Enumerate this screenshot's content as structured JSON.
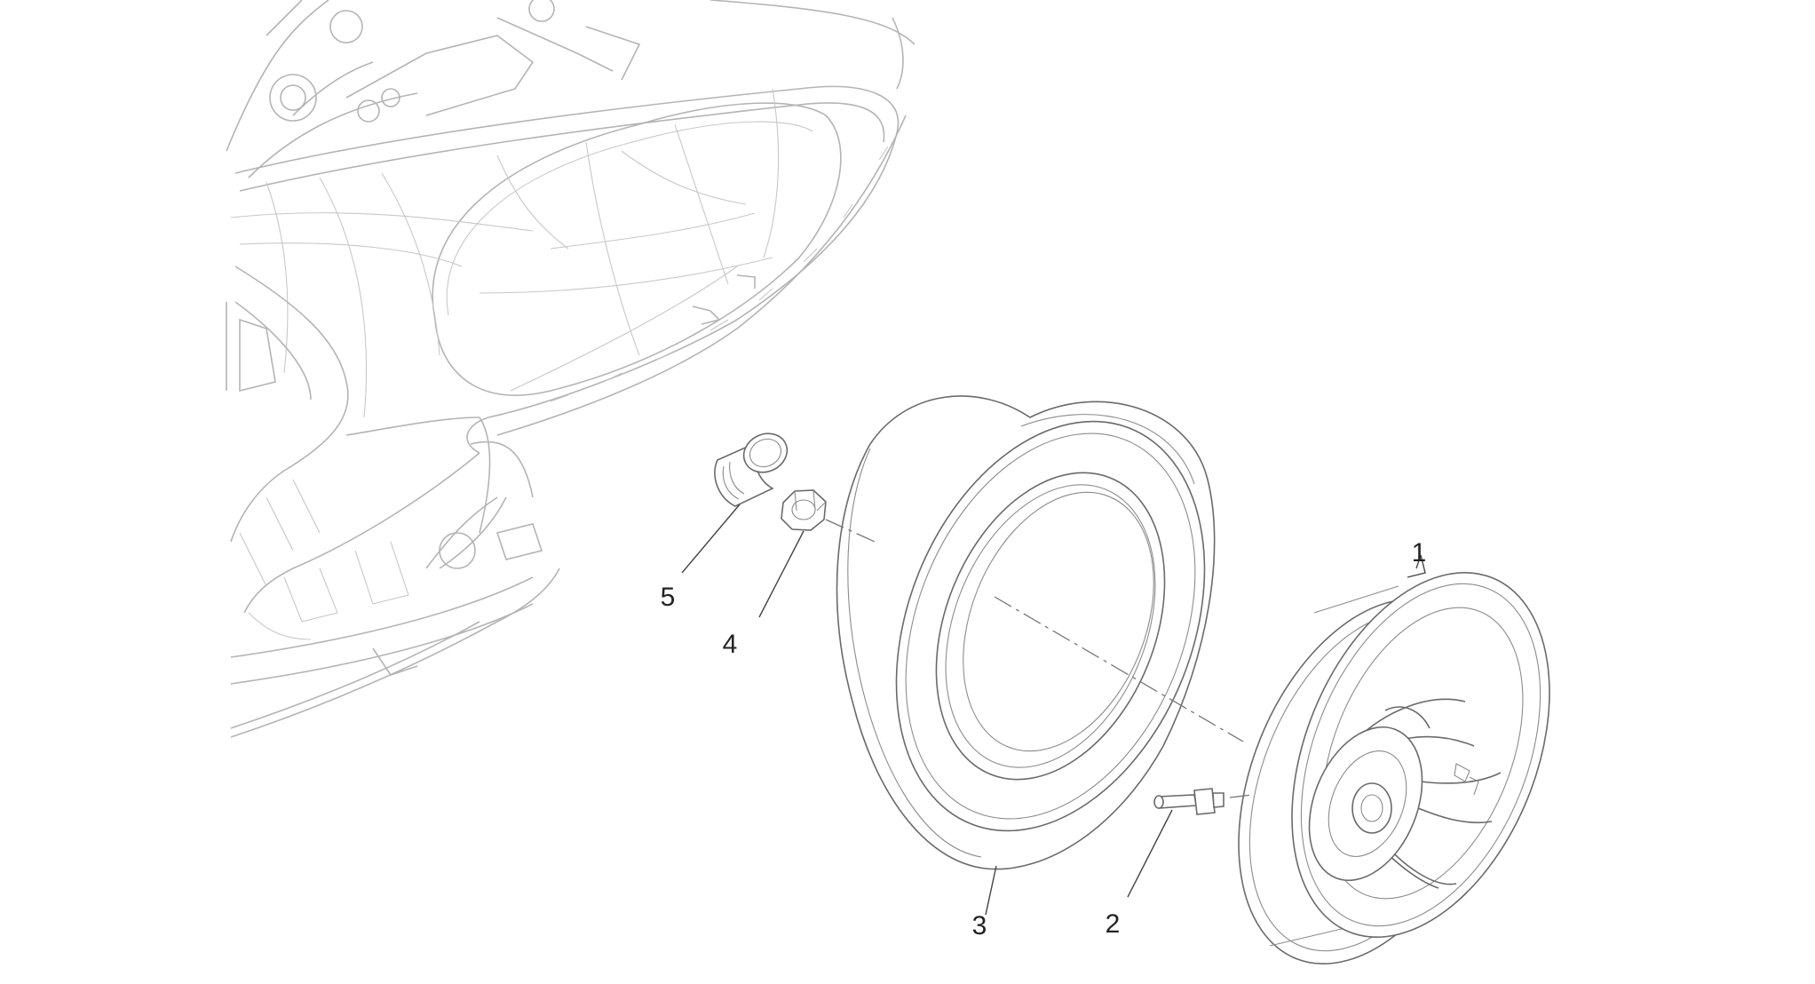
{
  "callouts": [
    {
      "id": "1",
      "label": "1"
    },
    {
      "id": "2",
      "label": "2"
    },
    {
      "id": "3",
      "label": "3"
    },
    {
      "id": "4",
      "label": "4"
    },
    {
      "id": "5",
      "label": "5"
    }
  ],
  "colors": {
    "background": "#ffffff",
    "body_line": "#b4b4b4",
    "part_line": "#6a6a6a",
    "leader": "#444444",
    "label": "#222222"
  }
}
